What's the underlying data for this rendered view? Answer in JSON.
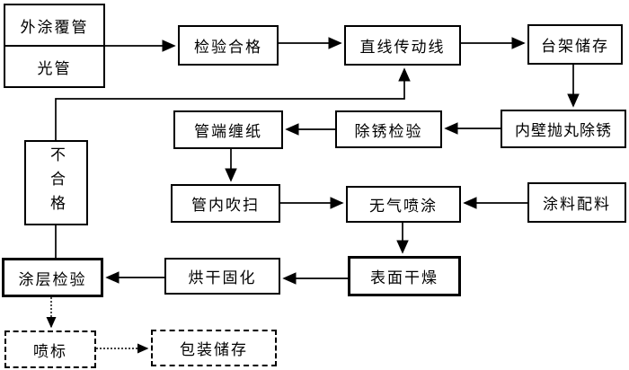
{
  "diagram": {
    "type": "flowchart",
    "language": "zh-CN",
    "background": "#ffffff",
    "line_color": "#000000"
  },
  "nodes": {
    "source_top": "外涂覆管",
    "source_bottom": "光管",
    "inspect_pass": "检验合格",
    "conveyor": "直线传动线",
    "rack_storage": "台架储存",
    "shot_blast": "内壁抛丸除锈",
    "rust_inspect": "除锈检验",
    "end_wrap": "管端缠纸",
    "pipe_purge": "管内吹扫",
    "airless_spray": "无气喷涂",
    "paint_batch": "涂料配料",
    "surface_dry": "表面干燥",
    "bake_cure": "烘干固化",
    "coating_inspect": "涂层检验",
    "unqualified": "不合格",
    "spray_mark": "喷标",
    "pack_store": "包装储存"
  },
  "edges": [
    {
      "from": "外涂覆管/光管",
      "to": "检验合格",
      "style": "solid",
      "arrow": true
    },
    {
      "from": "检验合格",
      "to": "直线传动线",
      "style": "solid",
      "arrow": true
    },
    {
      "from": "直线传动线",
      "to": "台架储存",
      "style": "solid",
      "arrow": true
    },
    {
      "from": "台架储存",
      "to": "内壁抛丸除锈",
      "style": "solid",
      "arrow": true
    },
    {
      "from": "内壁抛丸除锈",
      "to": "除锈检验",
      "style": "solid",
      "arrow": true
    },
    {
      "from": "除锈检验",
      "to": "管端缠纸",
      "style": "solid",
      "arrow": true
    },
    {
      "from": "管端缠纸",
      "to": "管内吹扫",
      "style": "solid",
      "arrow": true
    },
    {
      "from": "管内吹扫",
      "to": "无气喷涂",
      "style": "solid",
      "arrow": true
    },
    {
      "from": "涂料配料",
      "to": "无气喷涂",
      "style": "solid",
      "arrow": true
    },
    {
      "from": "无气喷涂",
      "to": "表面干燥",
      "style": "solid",
      "arrow": true
    },
    {
      "from": "表面干燥",
      "to": "烘干固化",
      "style": "solid",
      "arrow": true
    },
    {
      "from": "烘干固化",
      "to": "涂层检验",
      "style": "solid",
      "arrow": true
    },
    {
      "from": "涂层检验",
      "to": "不合格",
      "style": "solid",
      "arrow": false
    },
    {
      "from": "不合格",
      "to": "直线传动线",
      "style": "solid",
      "arrow": true
    },
    {
      "from": "涂层检验",
      "to": "喷标",
      "style": "dotted",
      "arrow": true
    },
    {
      "from": "喷标",
      "to": "包装储存",
      "style": "dotted",
      "arrow": true
    }
  ]
}
